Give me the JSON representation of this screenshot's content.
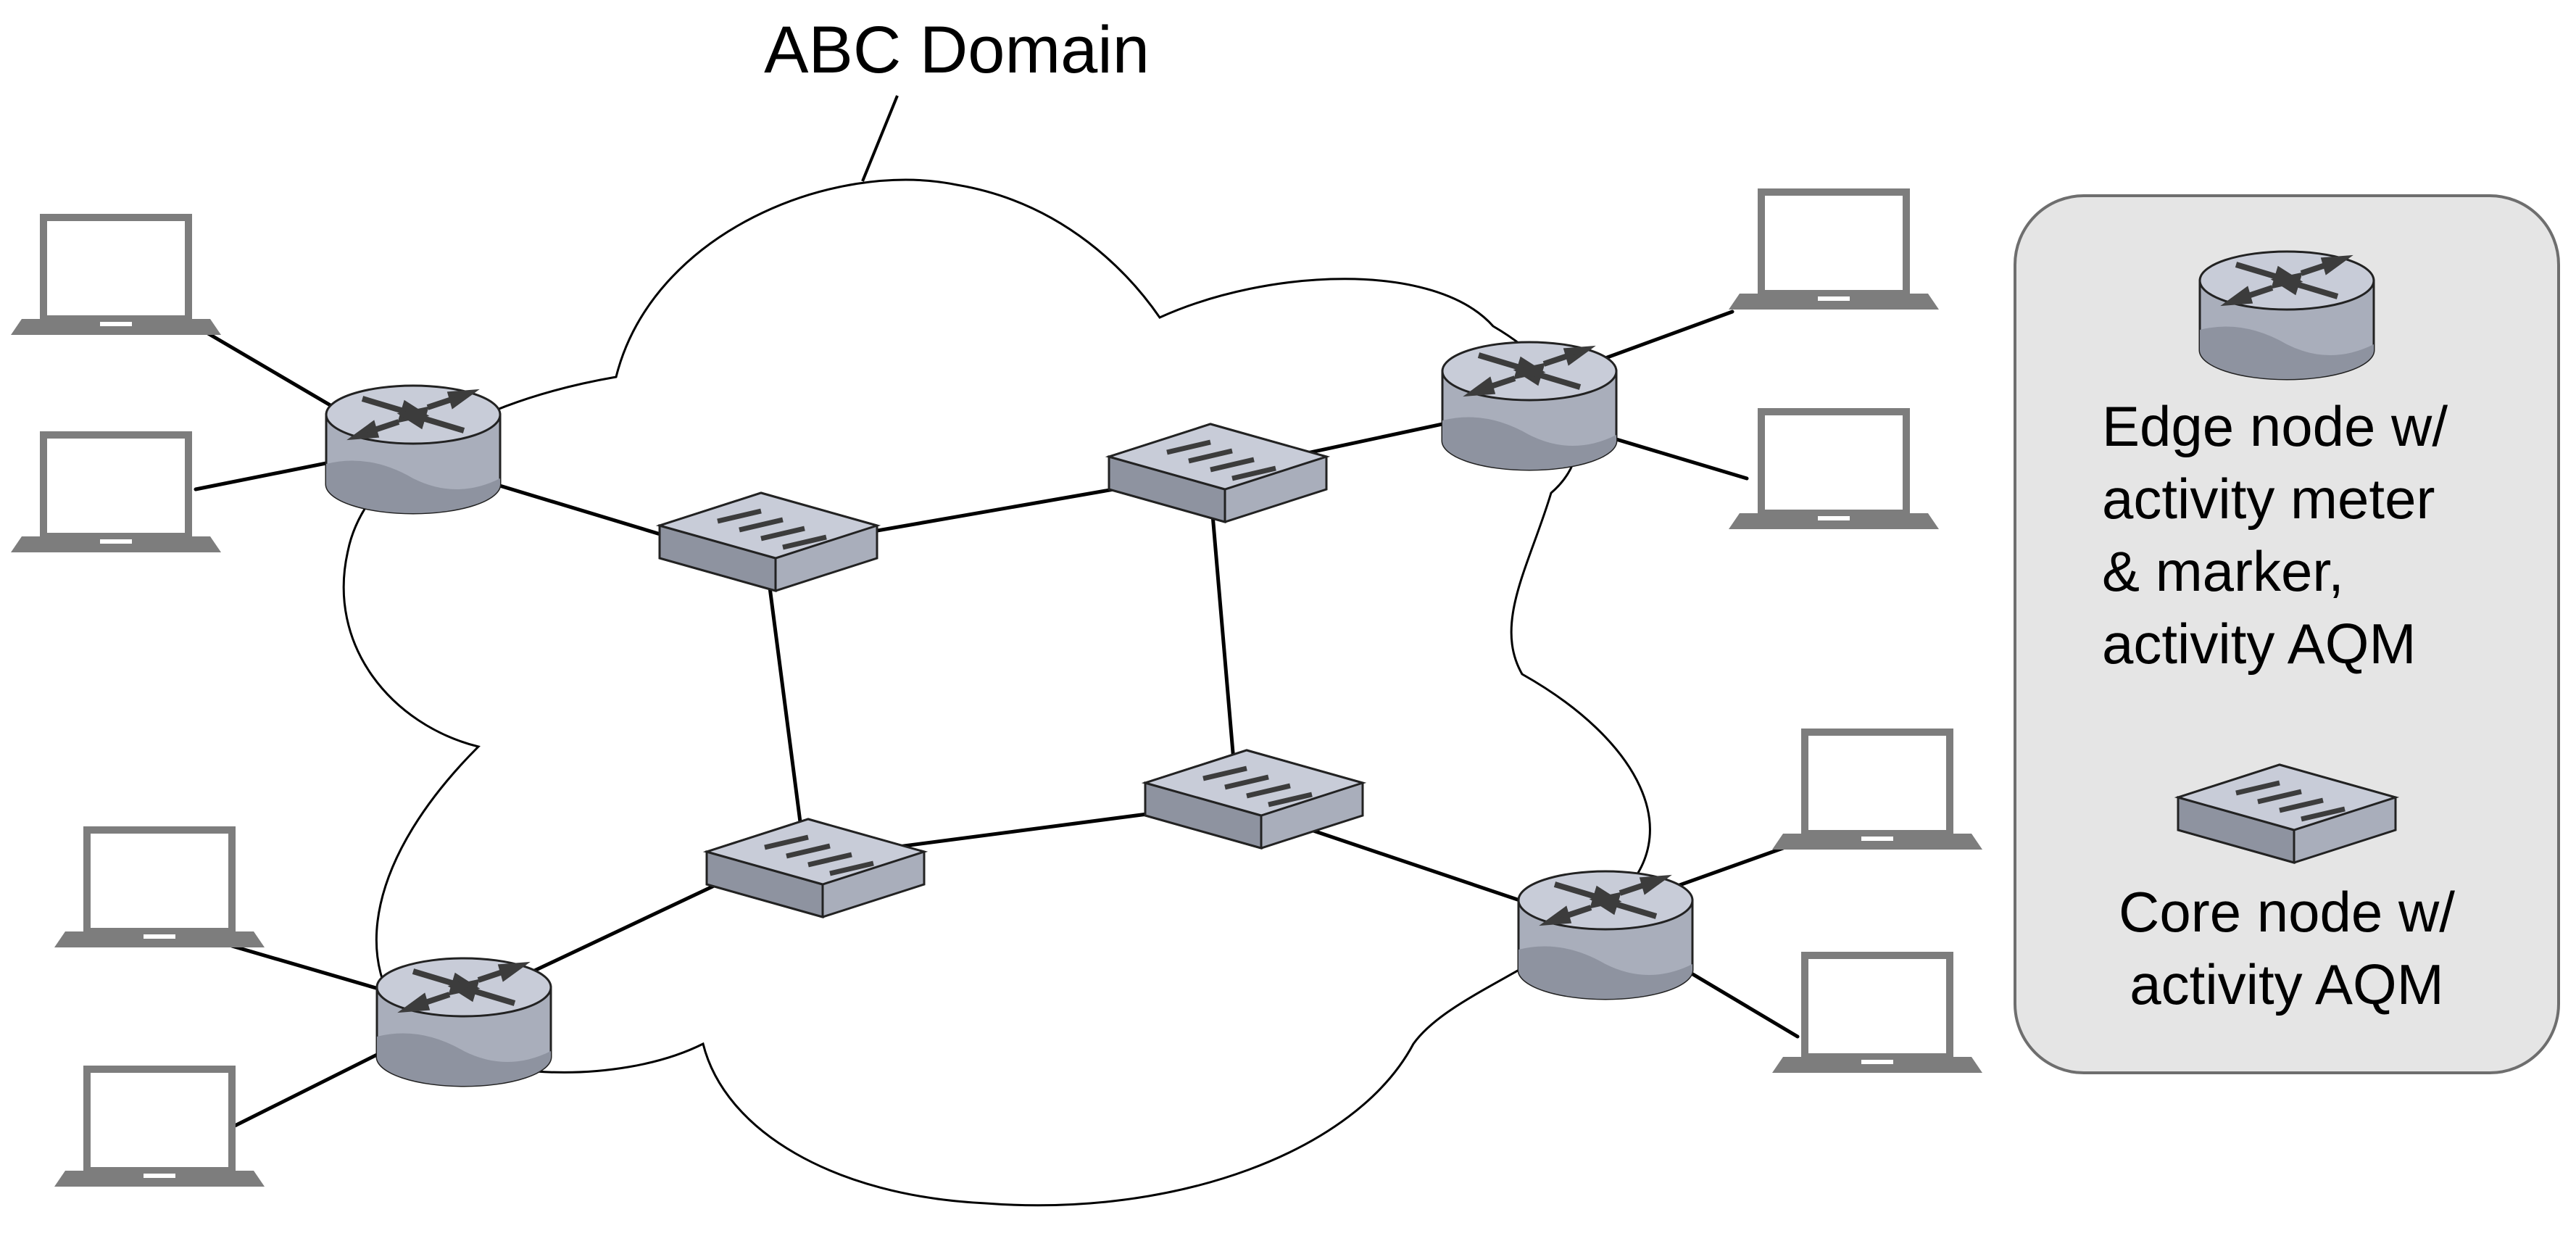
{
  "title": "ABC Domain",
  "legend": {
    "edge_node": [
      "Edge node w/",
      "activity meter",
      "& marker,",
      "activity AQM"
    ],
    "core_node": [
      "Core node w/",
      "activity AQM"
    ]
  },
  "colors": {
    "node_top": "#c8ccd8",
    "node_body": "#a9aebb",
    "node_shadow": "#8e93a0",
    "arrow": "#3c3c3c",
    "laptop": "#7d7d7d",
    "legend_fill": "#e5e5e5"
  },
  "icons": [
    "router-icon",
    "switch-icon",
    "laptop-icon",
    "cloud-shape"
  ]
}
